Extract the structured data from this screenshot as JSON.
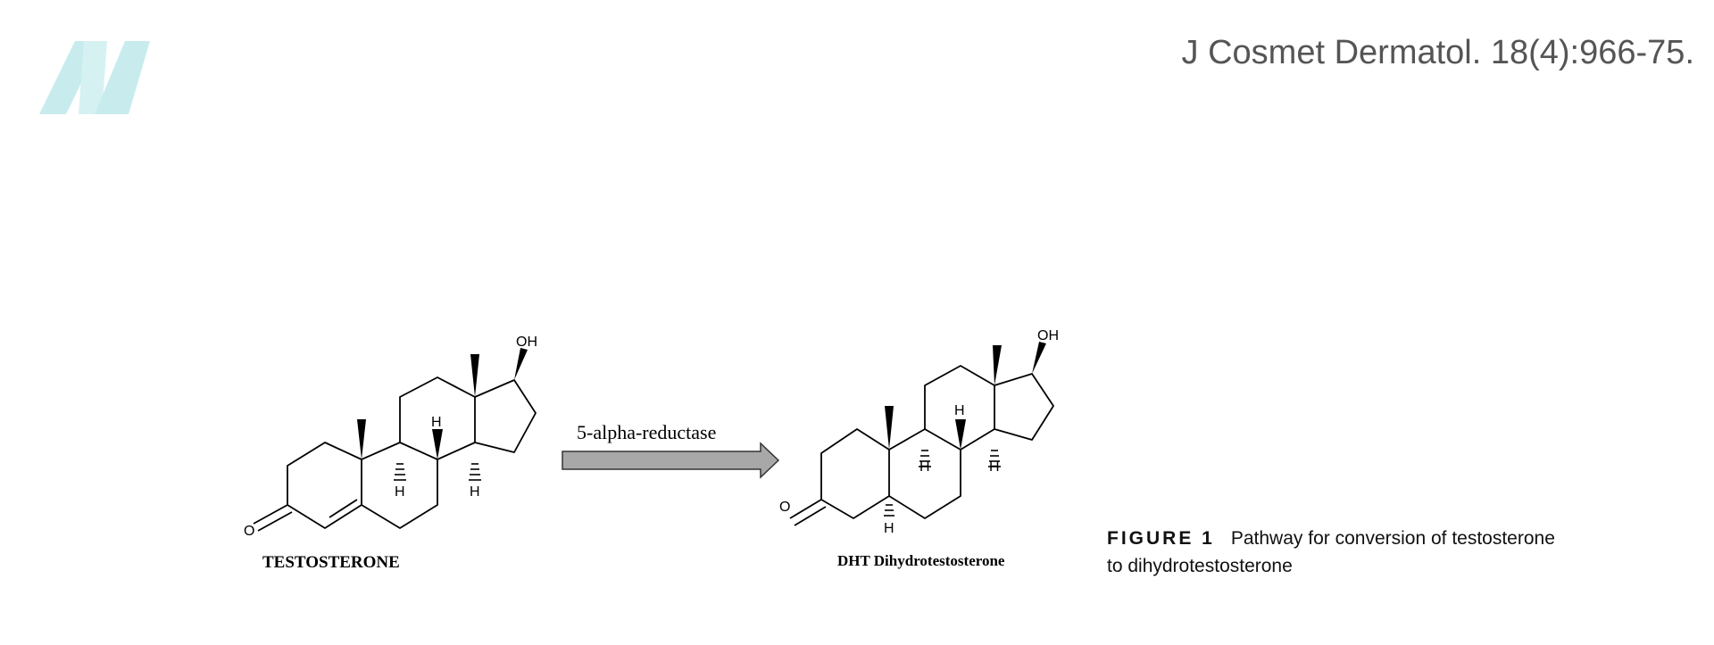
{
  "header": {
    "citation": "J Cosmet Dermatol. 18(4):966-75.",
    "logo_icon": "stylized-n-logo-icon",
    "logo_color": "#c8ecee"
  },
  "diagram": {
    "reactant_label": "TESTOSTERONE",
    "product_label": "DHT Dihydrotestosterone",
    "enzyme_label": "5-alpha-reductase",
    "arrow_color": "#a8a8a8",
    "atoms": {
      "oh": "OH",
      "o": "O",
      "h": "H"
    }
  },
  "caption": {
    "figure_number": "FIGURE 1",
    "text": "Pathway for conversion of testosterone to dihydrotestosterone"
  }
}
